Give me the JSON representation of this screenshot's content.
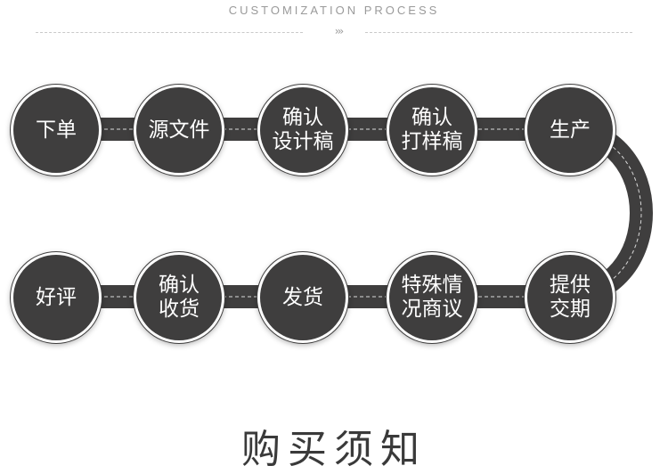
{
  "header": {
    "title": "CUSTOMIZATION PROCESS",
    "divider_glyph": "›››"
  },
  "steps": [
    {
      "lines": [
        "下单"
      ]
    },
    {
      "lines": [
        "源文件"
      ]
    },
    {
      "lines": [
        "确认",
        "设计稿"
      ]
    },
    {
      "lines": [
        "确认",
        "打样稿"
      ]
    },
    {
      "lines": [
        "生产"
      ]
    },
    {
      "lines": [
        "提供",
        "交期"
      ]
    },
    {
      "lines": [
        "特殊情",
        "况商议"
      ]
    },
    {
      "lines": [
        "发货"
      ]
    },
    {
      "lines": [
        "确认",
        "收货"
      ]
    },
    {
      "lines": [
        "好评"
      ]
    }
  ],
  "footer": {
    "title": "购买须知"
  },
  "colors": {
    "node": "#3f3e3e",
    "track": "#3f3e3e",
    "text": "#ffffff",
    "accent_gray": "#9a9a9a"
  }
}
